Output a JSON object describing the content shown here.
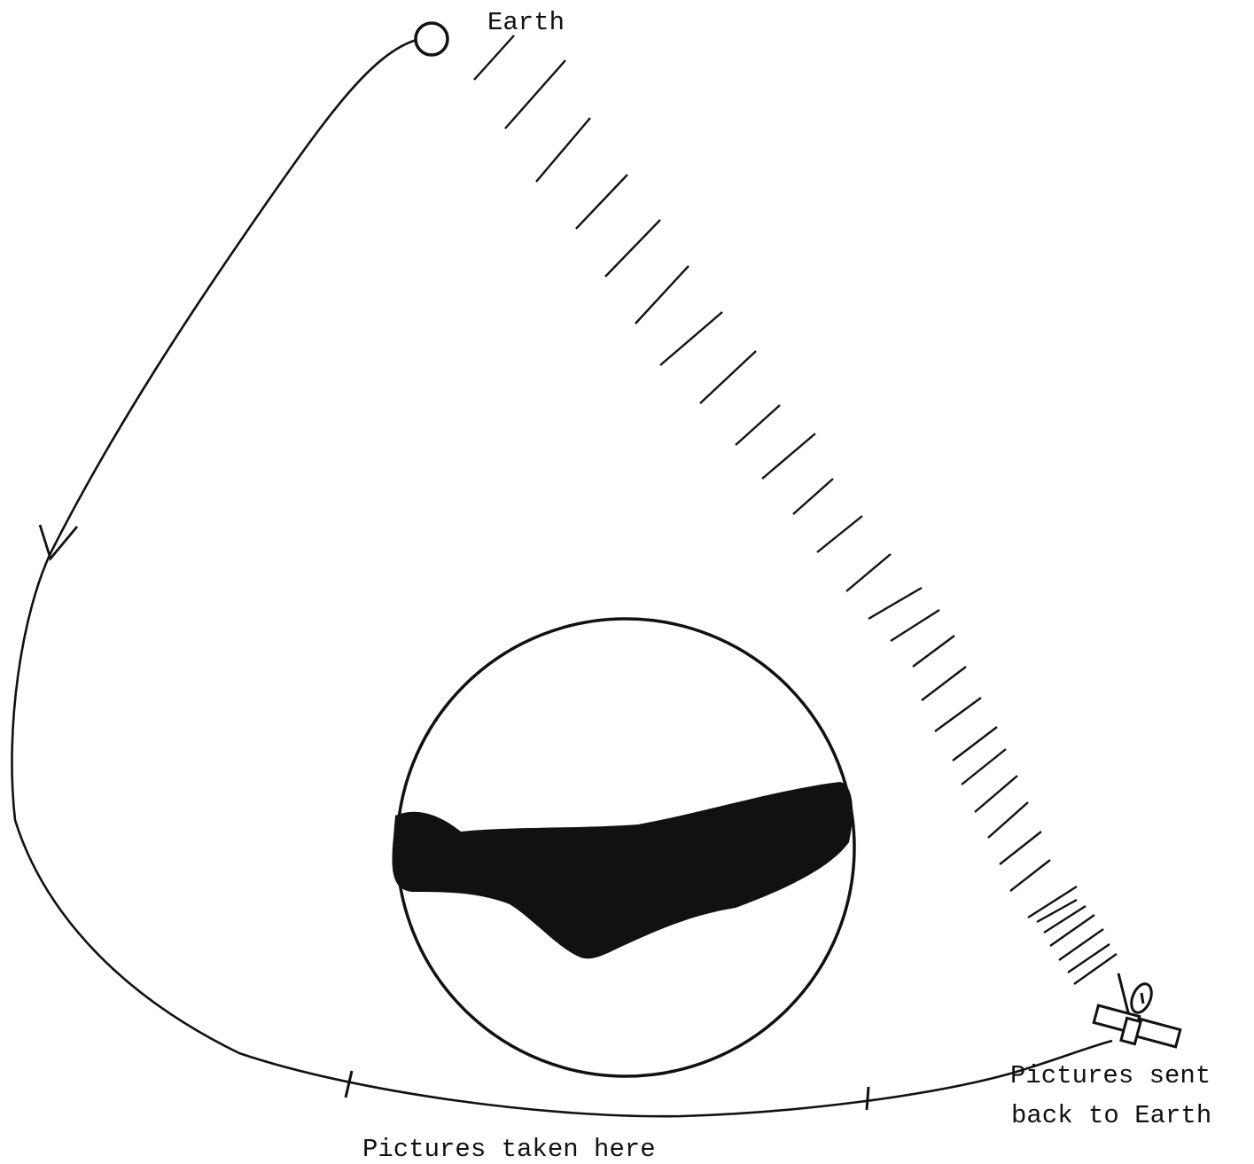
{
  "labels": {
    "earth": "Earth",
    "pictures_taken": "Pictures taken here",
    "pictures_sent_line1": "Pictures sent",
    "pictures_sent_line2": "back to Earth"
  },
  "colors": {
    "ink": "#111111",
    "background": "#ffffff"
  },
  "icons": {
    "earth": "earth-circle-icon",
    "planet": "planet-icon",
    "spacecraft": "spacecraft-icon",
    "direction": "arrowhead-icon"
  }
}
